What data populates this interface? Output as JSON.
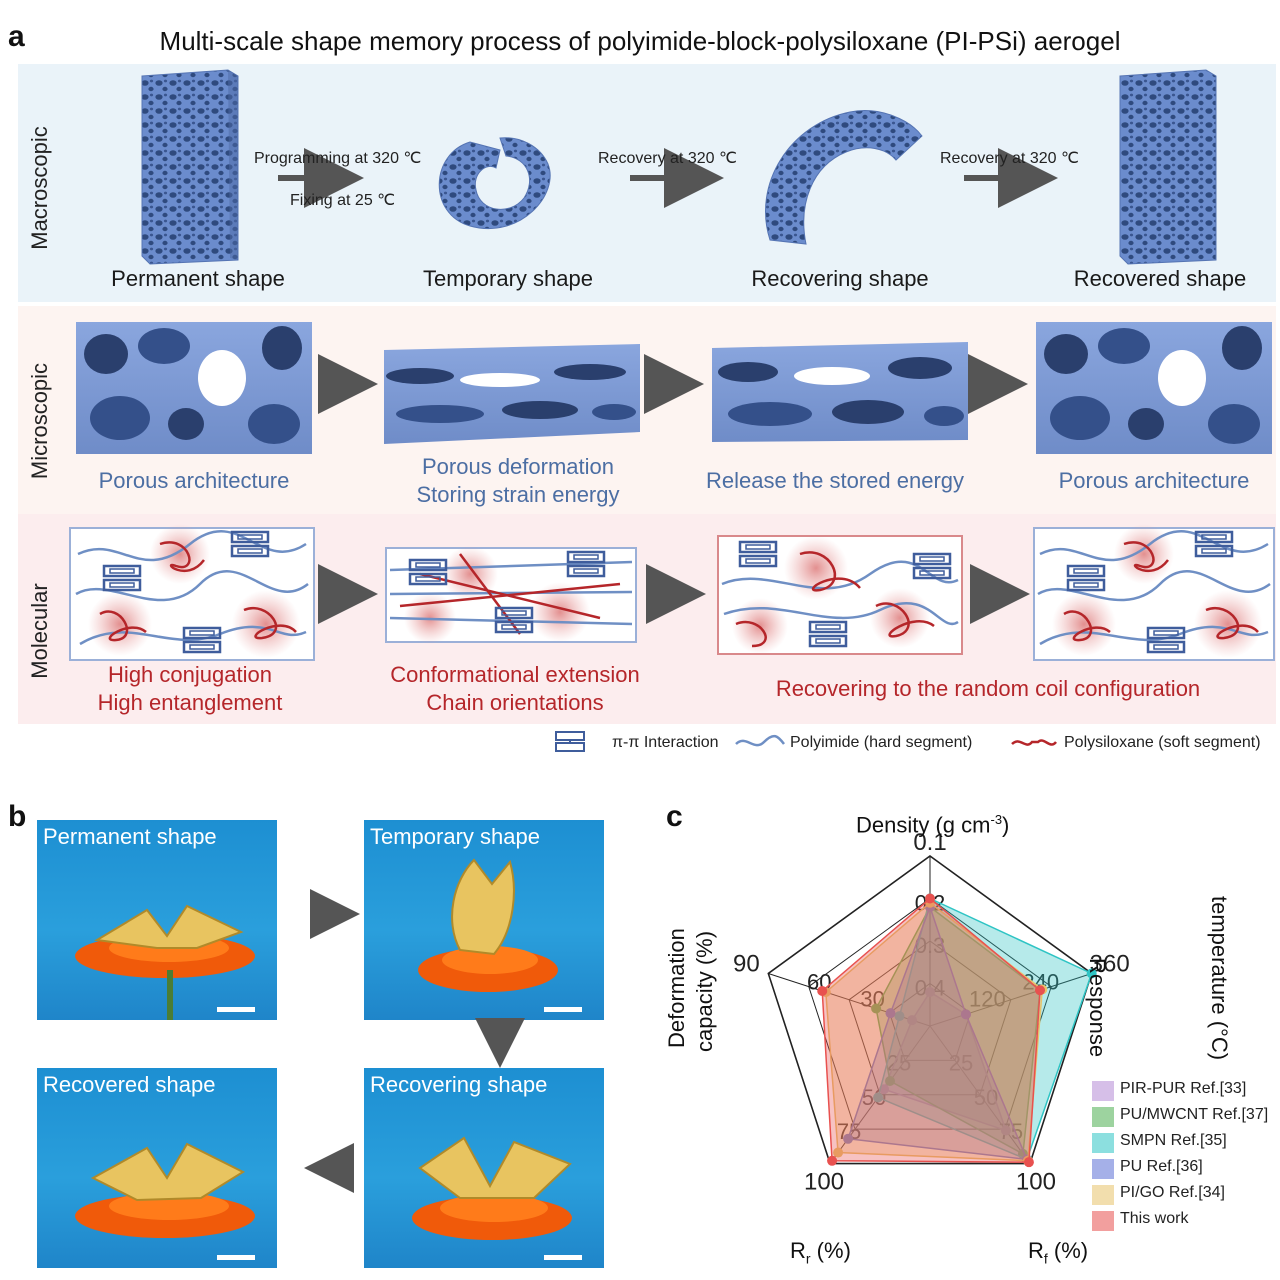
{
  "panel_a": {
    "letter": "a",
    "title": "Multi-scale shape memory process of polyimide-block-polysiloxane (PI-PSi) aerogel",
    "rows": [
      "Macroscopic",
      "Microscopic",
      "Molecular"
    ],
    "macro": {
      "captions": [
        "Permanent shape",
        "Temporary shape",
        "Recovering shape",
        "Recovered shape"
      ],
      "arrow1_top": "Programming at 320 ℃",
      "arrow1_bottom": "Fixing at 25 ℃",
      "arrow2": "Recovery at 320 ℃",
      "arrow3": "Recovery at 320 ℃"
    },
    "micro": {
      "cap1": "Porous architecture",
      "cap2_line1": "Porous deformation",
      "cap2_line2": "Storing strain energy",
      "cap3": "Release the stored energy",
      "cap4": "Porous architecture"
    },
    "mol": {
      "cap1_line1": "High conjugation",
      "cap1_line2": "High entanglement",
      "cap2_line1": "Conformational extension",
      "cap2_line2": "Chain orientations",
      "cap3": "Recovering to the random coil configuration"
    },
    "legend": {
      "pi": "π-π Interaction",
      "pi_icon": "pi-stack-icon",
      "pi_color": "#3f5d9c",
      "polyimide": "Polyimide (hard segment)",
      "polyimide_icon": "blue-chain-icon",
      "polyimide_color": "#6f8fc4",
      "polysiloxane": "Polysiloxane (soft segment)",
      "polysiloxane_icon": "red-chain-icon",
      "polysiloxane_color": "#b5262a"
    }
  },
  "panel_b": {
    "letter": "b",
    "photos": [
      "Permanent shape",
      "Temporary shape",
      "Recovering shape",
      "Recovered shape"
    ],
    "background_color": "#1f8fd4"
  },
  "panel_c": {
    "letter": "c",
    "axes_text": {
      "density_main": "Density (g cm",
      "density_sup": "-3",
      "density_close": ")",
      "response_line1": "Response",
      "response_line2": "temperature (°C)",
      "deform_line1": "Deformation",
      "deform_line2": "capacity (%)",
      "rr_main": "R",
      "rr_sub": "r",
      "rr_unit": " (%)",
      "rf_main": "R",
      "rf_sub": "f",
      "rf_unit": " (%)"
    },
    "tick_labels": {
      "density": [
        "0.1",
        "0.2",
        "0.3",
        "0.4"
      ],
      "response": [
        "360",
        "240",
        "120"
      ],
      "deform": [
        "90",
        "60",
        "30"
      ],
      "rr": [
        "25",
        "50",
        "75",
        "100"
      ],
      "rf": [
        "25",
        "50",
        "75",
        "100"
      ]
    }
  },
  "chart_data": {
    "type": "radar",
    "axes": [
      "Density (g cm-3)",
      "Response temperature (°C)",
      "Rf (%)",
      "Rr (%)",
      "Deformation capacity (%)"
    ],
    "axis_ranges": {
      "density": [
        0.5,
        0.1
      ],
      "response": [
        0,
        360
      ],
      "rf": [
        0,
        100
      ],
      "rr": [
        0,
        100
      ],
      "deform": [
        0,
        90
      ]
    },
    "series": [
      {
        "name": "PIR-PUR Ref.[33]",
        "color": "#b48ad6",
        "values": {
          "density": 0.42,
          "response": 80,
          "rf": 76,
          "rr": 46,
          "deform": 10
        }
      },
      {
        "name": "PU/MWCNT Ref.[37]",
        "color": "#4caf50",
        "values": {
          "density": 0.22,
          "response": 245,
          "rf": 93,
          "rr": 40,
          "deform": 30
        }
      },
      {
        "name": "SMPN Ref.[35]",
        "color": "#2ec4c4",
        "values": {
          "density": 0.2,
          "response": 360,
          "rf": 97,
          "rr": 52,
          "deform": 17
        }
      },
      {
        "name": "PU Ref.[36]",
        "color": "#5b70d6",
        "values": {
          "density": 0.22,
          "response": 80,
          "rf": 97,
          "rr": 82,
          "deform": 22
        }
      },
      {
        "name": "PI/GO Ref.[34]",
        "color": "#e8c36a",
        "values": {
          "density": 0.21,
          "response": 250,
          "rf": 98,
          "rr": 92,
          "deform": 58
        }
      },
      {
        "name": "This work",
        "color": "#e8514f",
        "values": {
          "density": 0.2,
          "response": 245,
          "rf": 99,
          "rr": 98,
          "deform": 60
        }
      }
    ]
  }
}
